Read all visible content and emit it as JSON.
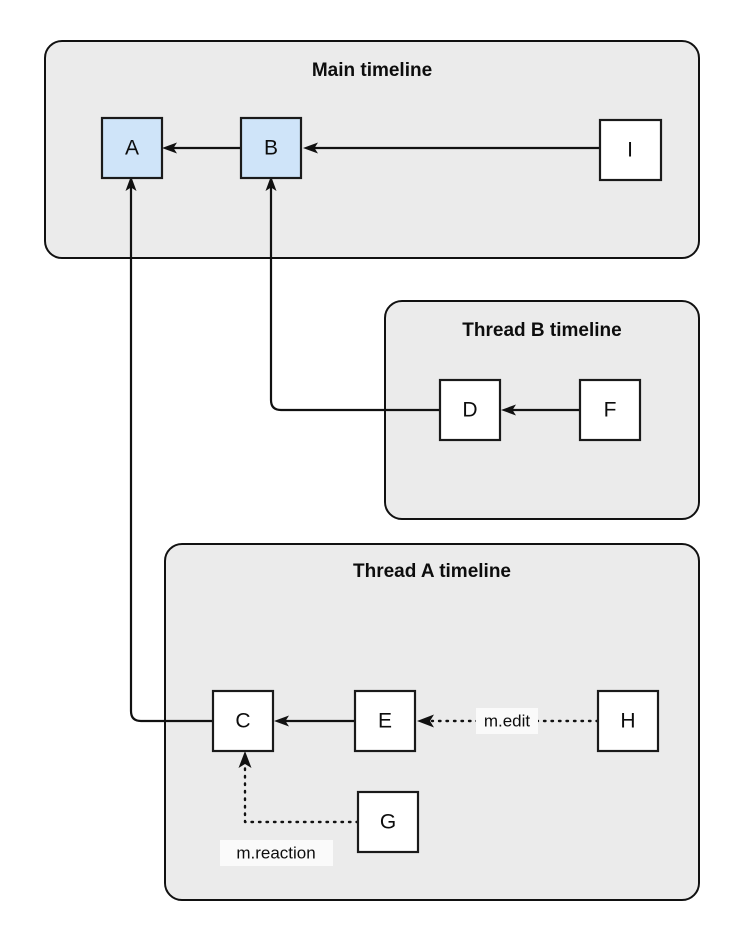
{
  "diagram": {
    "type": "event-dag",
    "title_present": false,
    "colors": {
      "group_fill": "#ebebeb",
      "group_stroke": "#111111",
      "node_plain_fill": "#ffffff",
      "node_highlight_fill": "#cfe4f9",
      "node_stroke": "#1a1a1a",
      "edge_stroke": "#111111",
      "label_bg": "#fafafa",
      "page_background": "#ffffff"
    },
    "groups": [
      {
        "id": "main",
        "title": "Main timeline"
      },
      {
        "id": "thread_b",
        "title": "Thread B timeline"
      },
      {
        "id": "thread_a",
        "title": "Thread A timeline"
      }
    ],
    "nodes": [
      {
        "id": "A",
        "label": "A",
        "group": "main",
        "style": "highlight"
      },
      {
        "id": "B",
        "label": "B",
        "group": "main",
        "style": "highlight"
      },
      {
        "id": "I",
        "label": "I",
        "group": "main",
        "style": "plain"
      },
      {
        "id": "D",
        "label": "D",
        "group": "thread_b",
        "style": "plain"
      },
      {
        "id": "F",
        "label": "F",
        "group": "thread_b",
        "style": "plain"
      },
      {
        "id": "C",
        "label": "C",
        "group": "thread_a",
        "style": "plain"
      },
      {
        "id": "E",
        "label": "E",
        "group": "thread_a",
        "style": "plain"
      },
      {
        "id": "G",
        "label": "G",
        "group": "thread_a",
        "style": "plain"
      },
      {
        "id": "H",
        "label": "H",
        "group": "thread_a",
        "style": "plain"
      }
    ],
    "edges": [
      {
        "id": "b-a",
        "from": "B",
        "to": "A",
        "style": "solid",
        "label": ""
      },
      {
        "id": "i-b",
        "from": "I",
        "to": "B",
        "style": "solid",
        "label": ""
      },
      {
        "id": "f-d",
        "from": "F",
        "to": "D",
        "style": "solid",
        "label": ""
      },
      {
        "id": "d-b",
        "from": "D",
        "to": "B",
        "style": "solid",
        "label": ""
      },
      {
        "id": "e-c",
        "from": "E",
        "to": "C",
        "style": "solid",
        "label": ""
      },
      {
        "id": "c-a",
        "from": "C",
        "to": "A",
        "style": "solid",
        "label": ""
      },
      {
        "id": "h-e",
        "from": "H",
        "to": "E",
        "style": "dotted",
        "label": "m.edit"
      },
      {
        "id": "g-c",
        "from": "G",
        "to": "C",
        "style": "dotted",
        "label": "m.reaction"
      }
    ],
    "edge_labels": [
      {
        "id": "m-edit",
        "text": "m.edit"
      },
      {
        "id": "m-reaction",
        "text": "m.reaction"
      }
    ]
  }
}
